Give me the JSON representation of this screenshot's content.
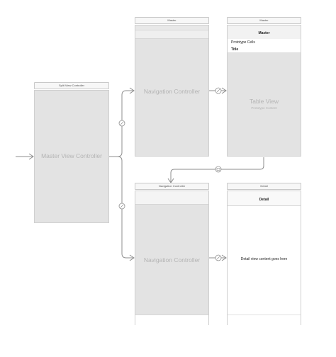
{
  "split_view": {
    "title_bar": "Split View Controller",
    "label": "Master View Controller"
  },
  "master_nav": {
    "title_bar": "Master",
    "label": "Navigation Controller"
  },
  "master_table": {
    "title_bar": "Master",
    "nav_title": "Master",
    "section_header": "Prototype Cells",
    "cell_title": "Title",
    "label": "Table View",
    "sublabel": "Prototype Content"
  },
  "detail_nav": {
    "title_bar": "Navigation Controller",
    "label": "Navigation Controller"
  },
  "detail_view": {
    "title_bar": "Detail",
    "nav_title": "Detail",
    "content": "Detail view content goes here"
  },
  "colors": {
    "scene_fill": "#e3e3e3",
    "connector": "#8e8e8e"
  }
}
